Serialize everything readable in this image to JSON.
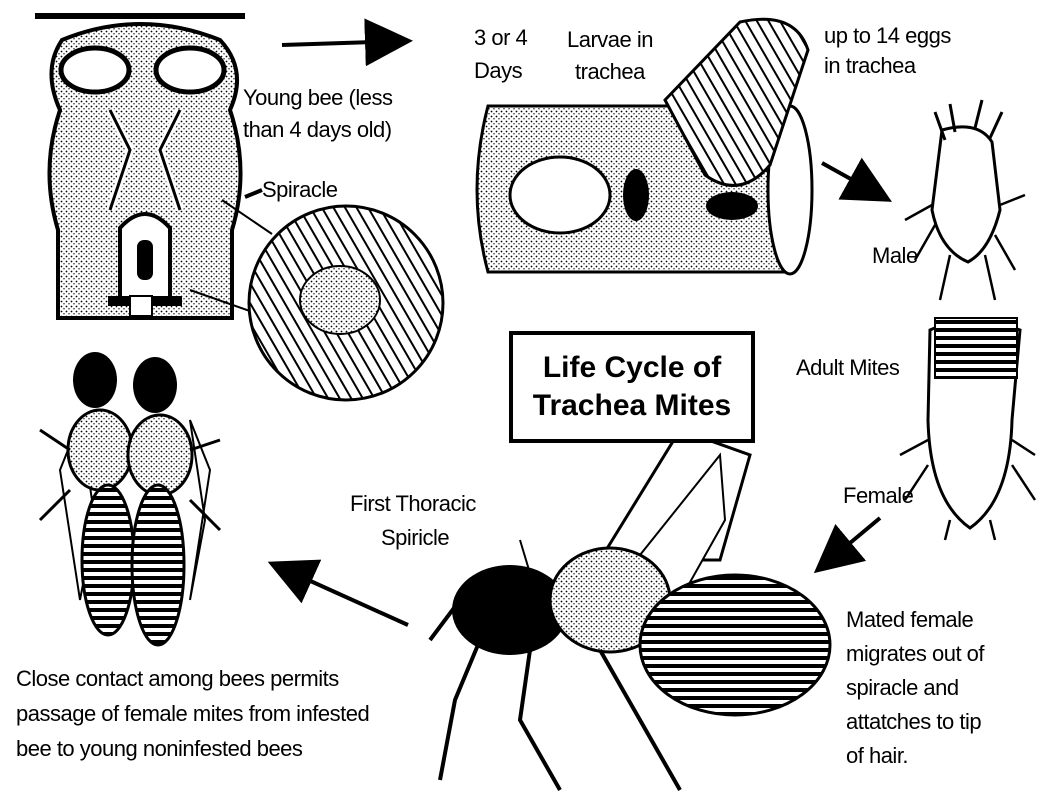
{
  "title": {
    "line1": "Life Cycle of",
    "line2": "Trachea Mites"
  },
  "labels": {
    "young_bee_1": "Young bee (less",
    "young_bee_2": "than 4 days old)",
    "spiracle": "Spiracle",
    "days_1": "3 or 4",
    "days_2": "Days",
    "larvae_1": "Larvae in",
    "larvae_2": "trachea",
    "eggs_1": "up to 14 eggs",
    "eggs_2": "in trachea",
    "male": "Male",
    "adult_mites": "Adult Mites",
    "female": "Female",
    "first_thoracic_1": "First Thoracic",
    "first_thoracic_2": "Spiricle",
    "mated_1": "Mated female",
    "mated_2": "migrates out of",
    "mated_3": "spiracle and",
    "mated_4": "attatches to tip",
    "mated_5": "of hair.",
    "contact_1": "Close contact among bees permits",
    "contact_2": "passage of female mites from infested",
    "contact_3": "bee to young noninfested bees"
  },
  "colors": {
    "ink": "#000000",
    "paper": "#ffffff"
  }
}
